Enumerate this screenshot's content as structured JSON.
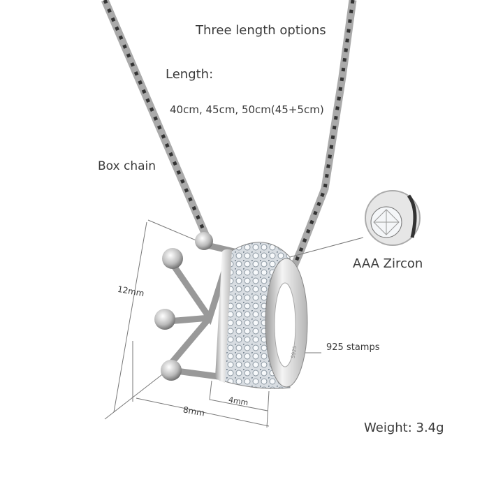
{
  "title": "Three length options",
  "length_label": "Length:",
  "length_values": "40cm, 45cm, 50cm(45+5cm)",
  "chain_label": "Box chain",
  "zircon_label": "AAA Zircon",
  "stamp_label": "925 stamps",
  "stamp_engraving": "S925",
  "dimensions": {
    "height": "12mm",
    "width": "8mm",
    "ring_width": "4mm"
  },
  "weight_label": "Weight: 3.4g",
  "colors": {
    "silver": "#c9c9c9",
    "dark": "#555555",
    "text": "#3a3a3a"
  }
}
